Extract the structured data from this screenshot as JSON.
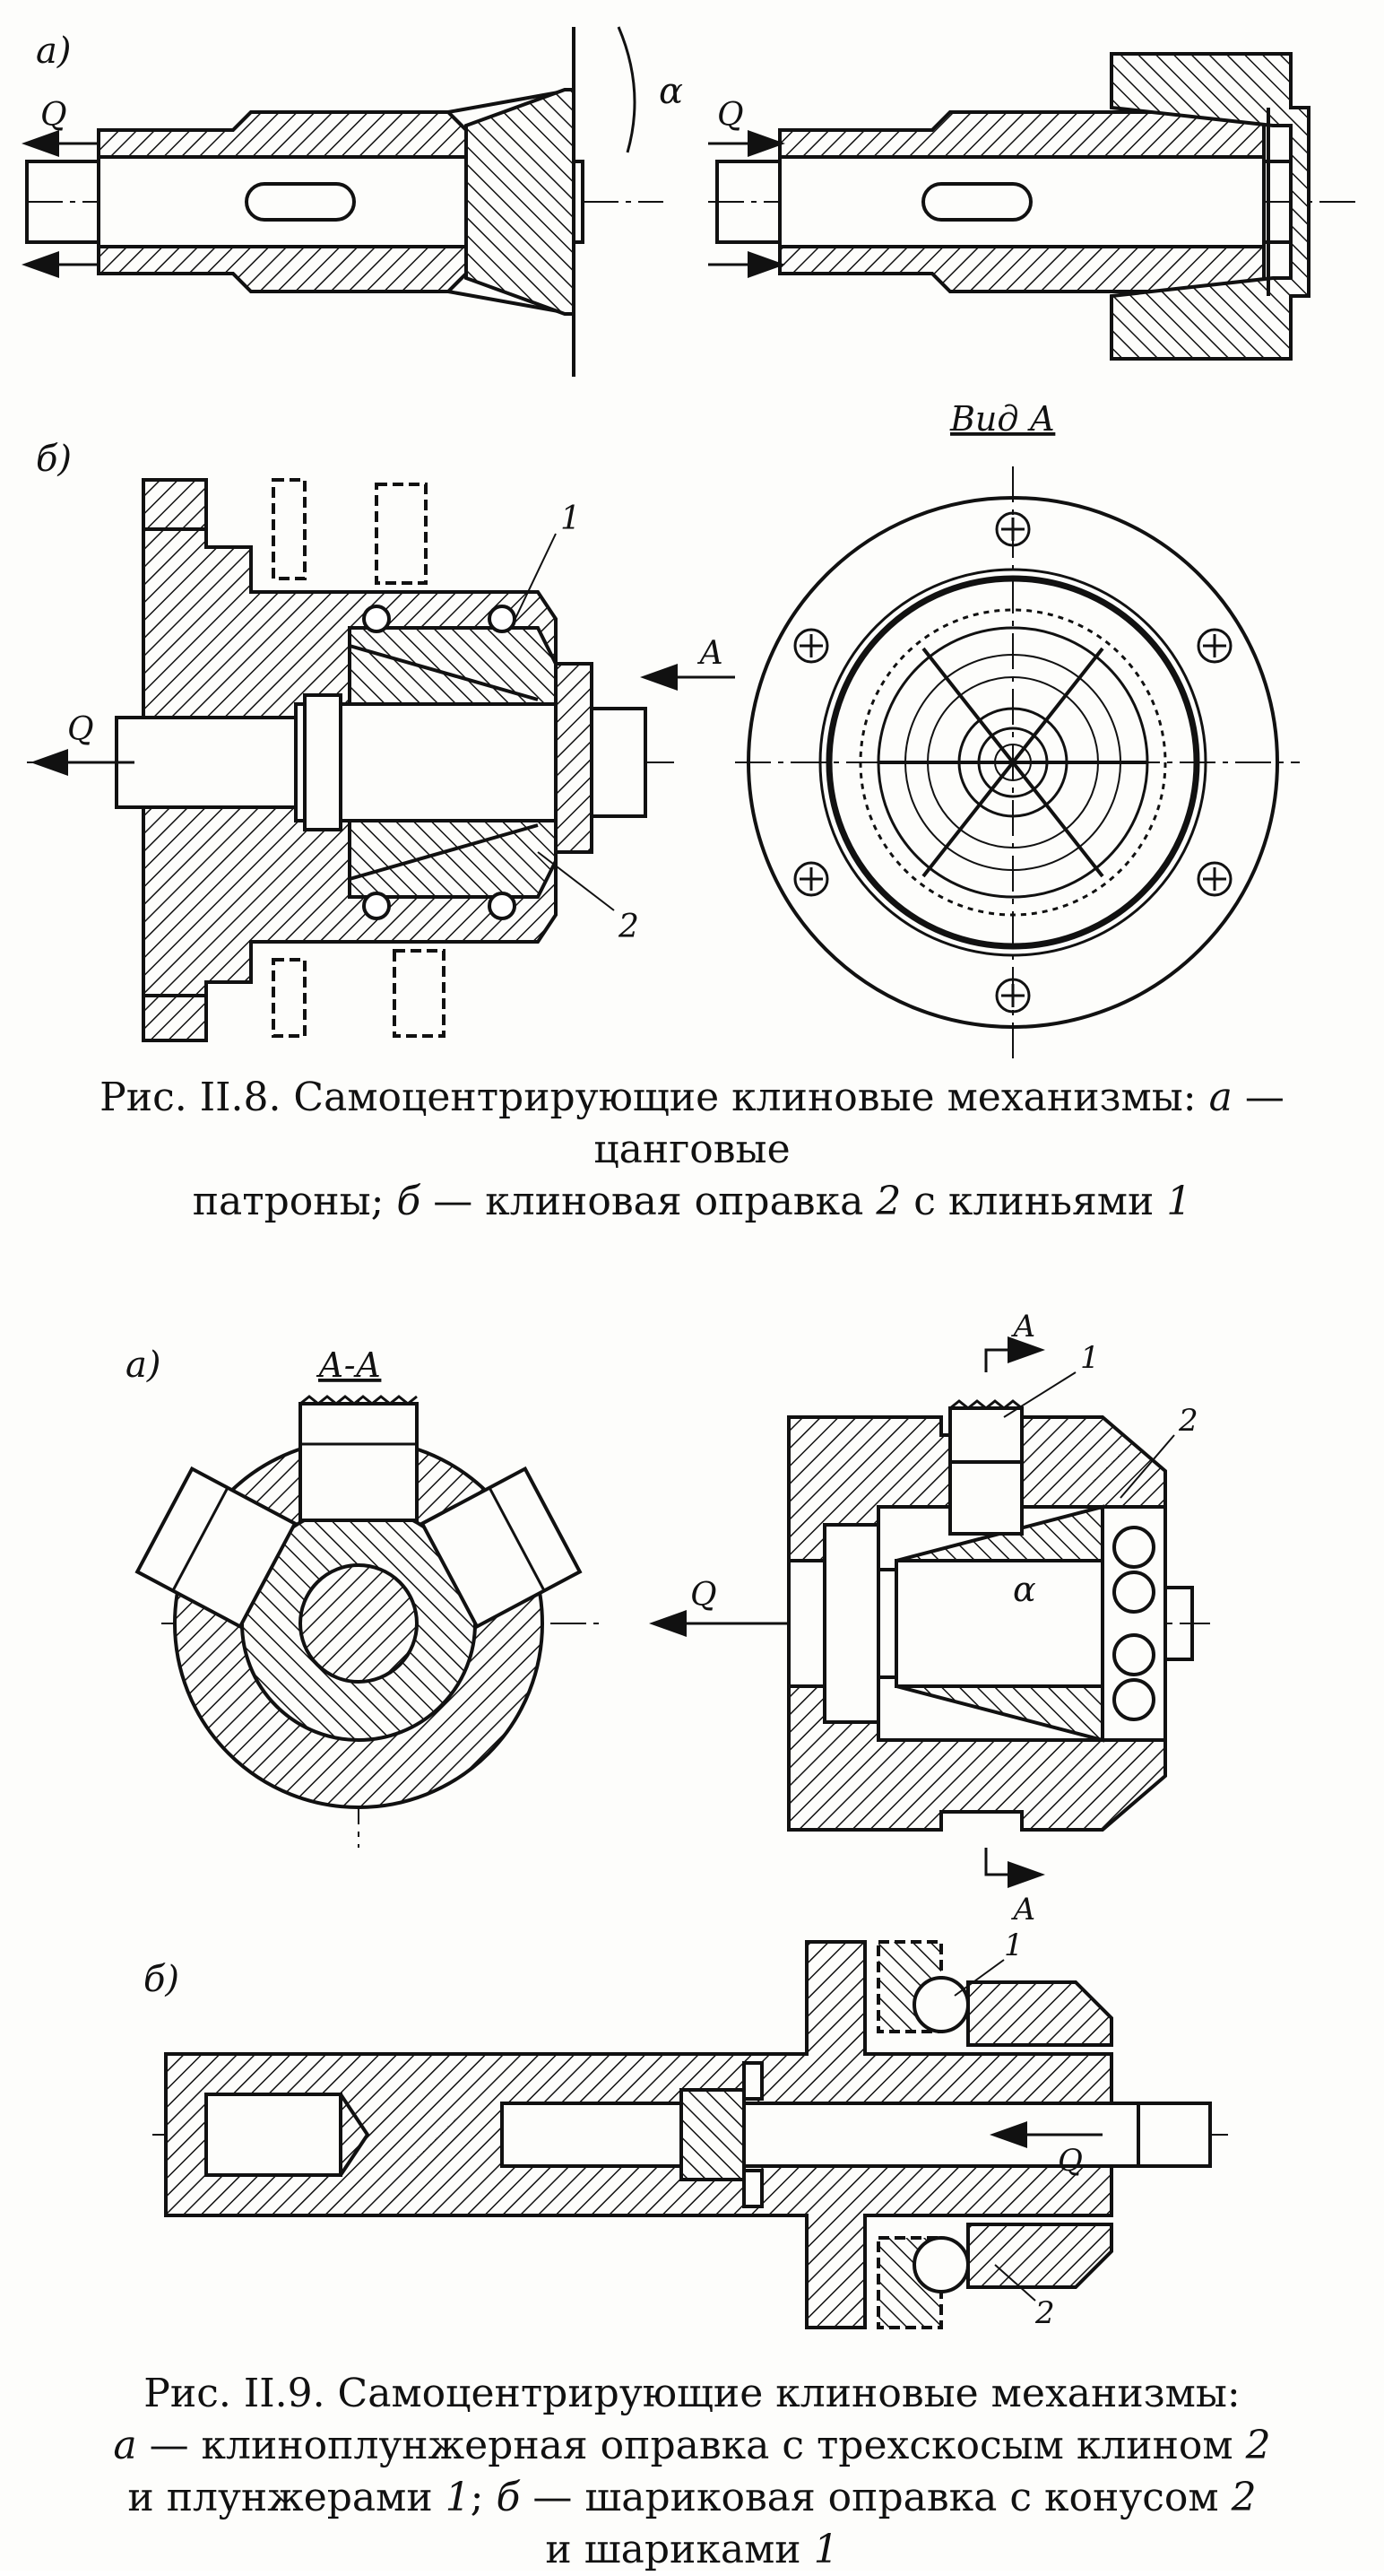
{
  "fig8": {
    "label_a": "а)",
    "label_b": "б)",
    "q": "Q",
    "alpha": "α",
    "view_label": "Вид А",
    "arrow_a": "А",
    "callout_1": "1",
    "callout_2": "2",
    "caption_line1_pre": "Рис. II.8. Самоцентрирующие клиновые механизмы: ",
    "caption_line1_a": "а",
    "caption_line1_post": " — цанговые",
    "caption_line2_pre": "патроны; ",
    "caption_line2_b": "б",
    "caption_line2_mid": " — клиновая оправка ",
    "caption_line2_n2": "2",
    "caption_line2_mid2": " с клиньями ",
    "caption_line2_n1": "1"
  },
  "fig9": {
    "label_a": "а)",
    "label_b": "б)",
    "section_label": "А-А",
    "arrow_a_top": "А",
    "arrow_a_bottom": "А",
    "q": "Q",
    "alpha": "α",
    "callout_1": "1",
    "callout_2": "2",
    "callout_b1": "1",
    "callout_b2": "2",
    "caption_line1": "Рис. II.9. Самоцентрирующие клиновые механизмы:",
    "caption_line2_a": "а",
    "caption_line2_mid": " — клиноплунжерная оправка с трехскосым клином ",
    "caption_line2_n2": "2",
    "caption_line3_pre": "и плунжерами ",
    "caption_line3_n1": "1",
    "caption_line3_sep": "; ",
    "caption_line3_b": "б",
    "caption_line3_mid": " — шариковая оправка с конусом ",
    "caption_line3_n2": "2",
    "caption_line4_pre": "и шариками ",
    "caption_line4_n1": "1"
  }
}
